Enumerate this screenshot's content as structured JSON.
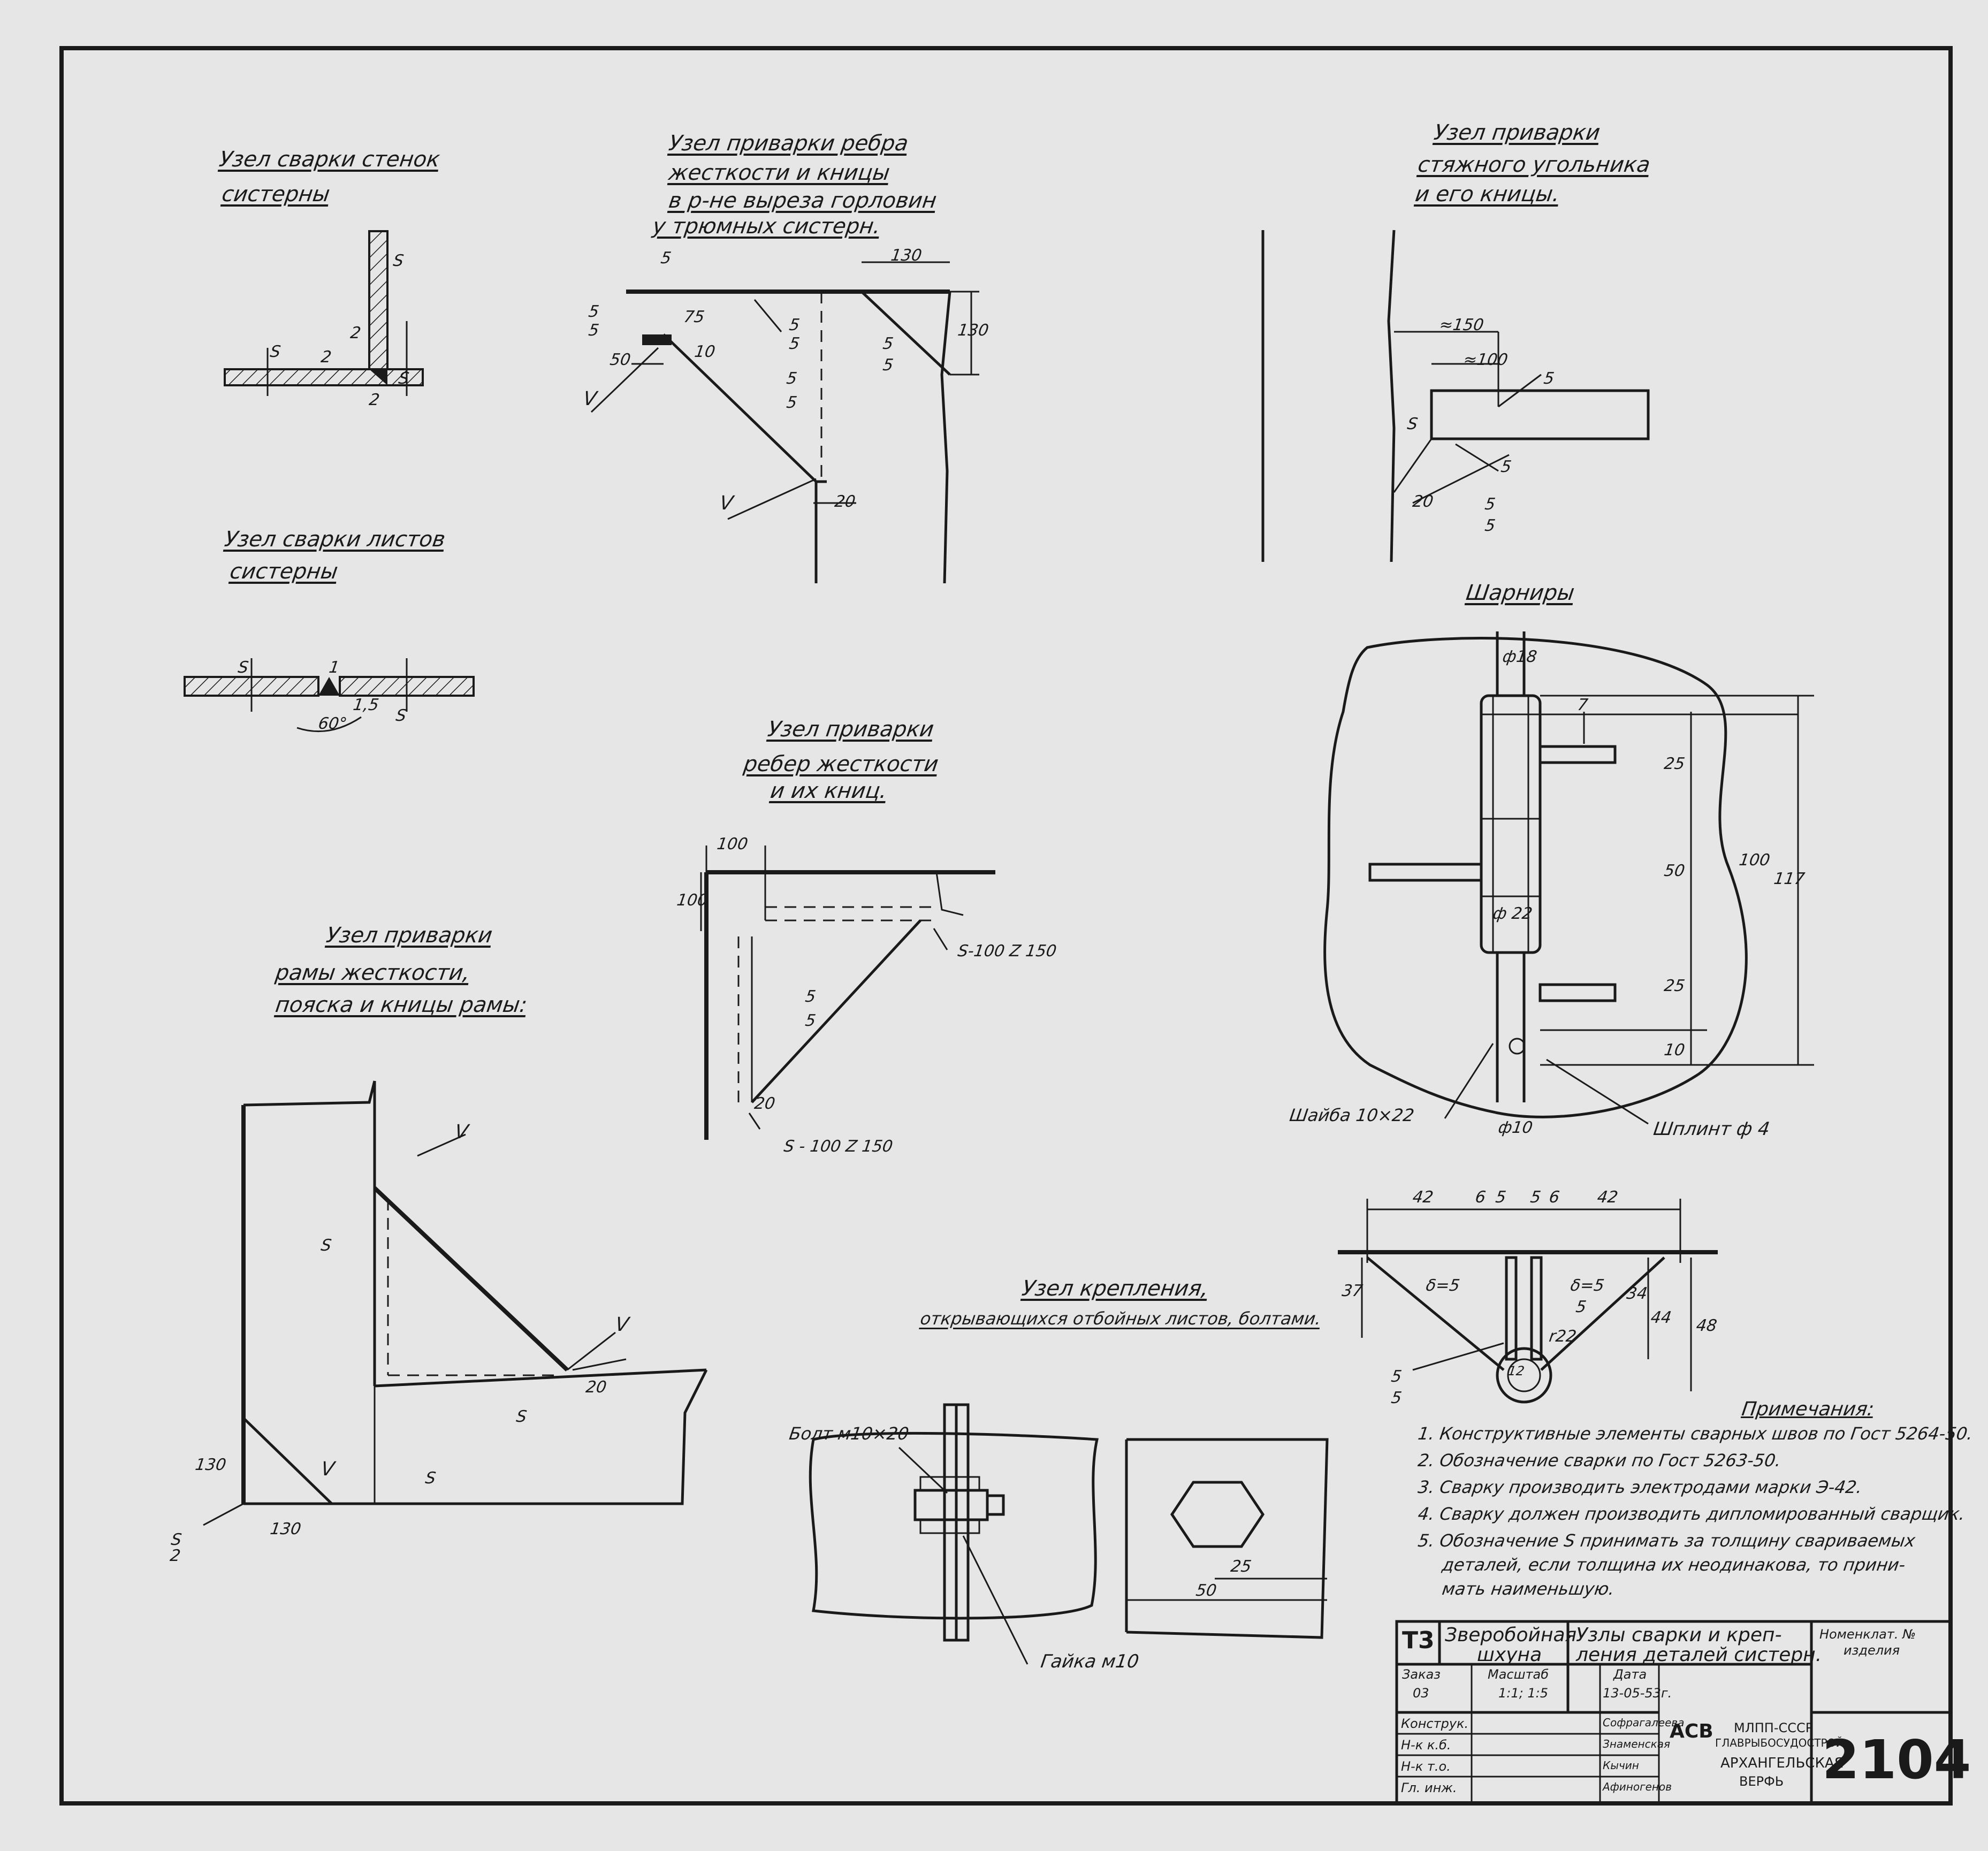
{
  "titles": {
    "t1_l1": "Узел сварки стенок",
    "t1_l2": "систерны",
    "t2_l1": "Узел приварки ребра",
    "t2_l2": "жесткости и кницы",
    "t2_l3": "в р-не выреза горловин",
    "t2_l4": "у трюмных систерн.",
    "t3_l1": "Узел приварки",
    "t3_l2": "стяжного угольника",
    "t3_l3": "и его кницы.",
    "t4_l1": "Узел сварки листов",
    "t4_l2": "систерны",
    "t5": "Шарниры",
    "t6_l1": "Узел приварки",
    "t6_l2": "ребер жесткости",
    "t6_l3": "и их книц.",
    "t7_l1": "Узел приварки",
    "t7_l2": "рамы жесткости,",
    "t7_l3": "пояска и кницы рамы:",
    "t8_l1": "Узел крепления,",
    "t8_l2": "открывающихся отбойных листов, болтами."
  },
  "labels": {
    "s": "S",
    "two": "2",
    "five": "5",
    "v": "V",
    "fifty": "50",
    "seventy_five": "75",
    "ten": "10",
    "twenty": "20",
    "one_thirty": "130",
    "one_hundred": "100",
    "approx_150": "≈150",
    "approx_100": "≈100",
    "sixty_deg": "60°",
    "one_five": "1,5",
    "one": "1",
    "phi18": "ф18",
    "phi22": "ф 22",
    "phi10": "ф10",
    "seven": "7",
    "twenty_five": "25",
    "one_seventeen": "117",
    "washer": "Шайба 10×22",
    "cotter": "Шплинт ф 4",
    "forty_two": "42",
    "six": "6",
    "thirty_seven": "37",
    "thirty_four": "34",
    "forty_four": "44",
    "forty_eight": "48",
    "delta5": "δ=5",
    "r22": "r22",
    "twelve": "12",
    "s_rib1": "S-100 Z 150",
    "s_rib2": "S - 100 Z 150",
    "bolt": "Болт м10×20",
    "nut": "Гайка м10"
  },
  "notes": {
    "heading": "Примечания:",
    "items": [
      "1. Конструктивные элементы сварных швов по Гост 5264-50.",
      "2. Обозначение сварки по Гост 5263-50.",
      "3. Сварку производить электродами марки Э-42.",
      "4. Сварку должен производить дипломированный сварщик.",
      "5. Обозначение S принимать за толщину свариваемых",
      "деталей, если толщина их неодинакова, то прини-",
      "мать наименьшую."
    ]
  },
  "titleblock": {
    "code": "Т3",
    "vessel_l1": "Зверобойная",
    "vessel_l2": "шхуна",
    "name_l1": "Узлы сварки и креп-",
    "name_l2": "ления деталей систерн.",
    "nomen_l1": "Номенклат. №",
    "nomen_l2": "изделия",
    "order_lbl": "Заказ",
    "order_val": "03",
    "scale_lbl": "Масштаб",
    "scale_val": "1:1; 1:5",
    "date_lbl": "Дата",
    "date_val": "13-05-53г.",
    "roles": [
      "Конструк.",
      "Н-к к.б.",
      "Н-к т.о.",
      "Гл. инж."
    ],
    "people": [
      "Софрагалеева",
      "Знаменская",
      "Кычин",
      "Афиногенов"
    ],
    "logo": "АСВ",
    "org_l1": "МЛПП-СССР",
    "org_l2": "ГЛАВРЫБОСУДОСТРОЙ",
    "org_l3": "АРХАНГЕЛЬСКАЯ",
    "org_l4": "ВЕРФЬ",
    "number": "2104"
  }
}
